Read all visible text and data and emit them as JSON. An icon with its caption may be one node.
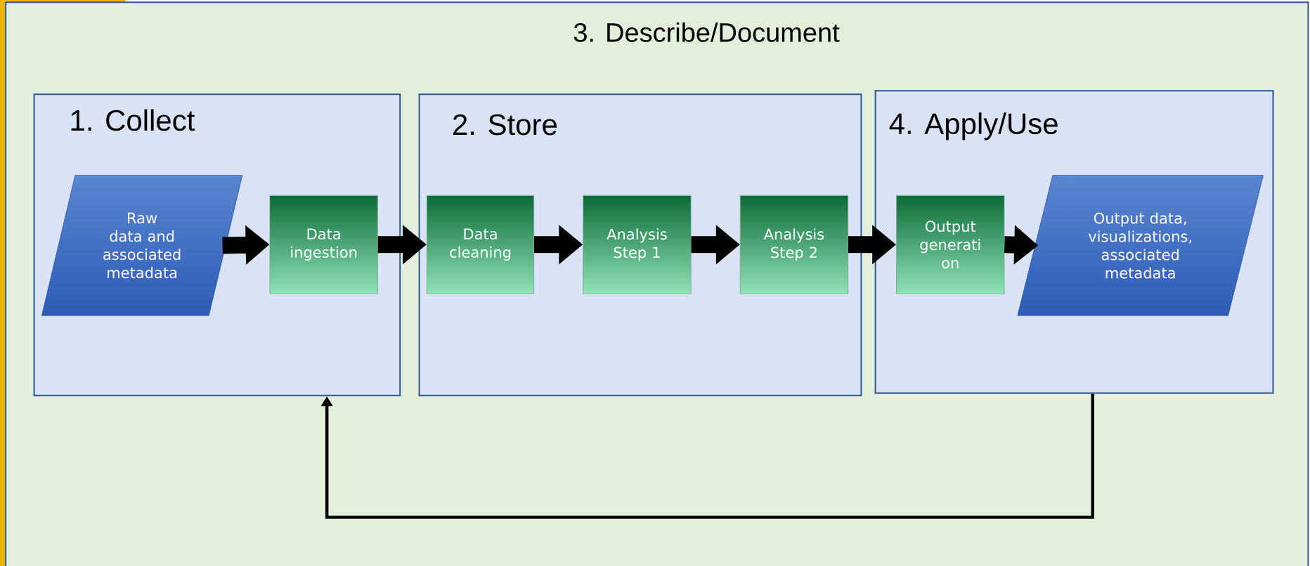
{
  "diagram": {
    "nodes": [
      {
        "text": [
          "3. Describe/Document"
        ]
      },
      {
        "text": [
          "1. Collect"
        ],
        "in": 0
      },
      {
        "text": [
          "Raw data and associated metadata"
        ],
        "in": 1
      },
      {
        "text": [
          "Data ingestion"
        ],
        "in": 1
      },
      {
        "text": [
          "2. Store"
        ],
        "in": 0
      },
      {
        "text": [
          "Data cleaning"
        ],
        "in": 4
      },
      {
        "text": [
          "Analysis Step 1"
        ],
        "in": 4
      },
      {
        "text": [
          "Analysis Step 2"
        ],
        "in": 4
      },
      {
        "text": [
          "4. Apply/Use"
        ],
        "in": 0
      },
      {
        "text": [
          "Output generati on"
        ],
        "in": 8
      },
      {
        "text": [
          "Output data, visualizations, associated metadata"
        ],
        "in": 8
      }
    ],
    "edges": [
      {
        "from": 2,
        "to": 3,
        "arrow": "to"
      },
      {
        "from": 3,
        "to": 5,
        "arrow": "to"
      },
      {
        "from": 5,
        "to": 6,
        "arrow": "to"
      },
      {
        "from": 6,
        "to": 7,
        "arrow": "to"
      },
      {
        "from": 7,
        "to": 9,
        "arrow": "to"
      },
      {
        "from": 9,
        "to": 10,
        "arrow": "to"
      },
      {
        "from": 8,
        "to": 1,
        "arrow": "to"
      }
    ]
  }
}
